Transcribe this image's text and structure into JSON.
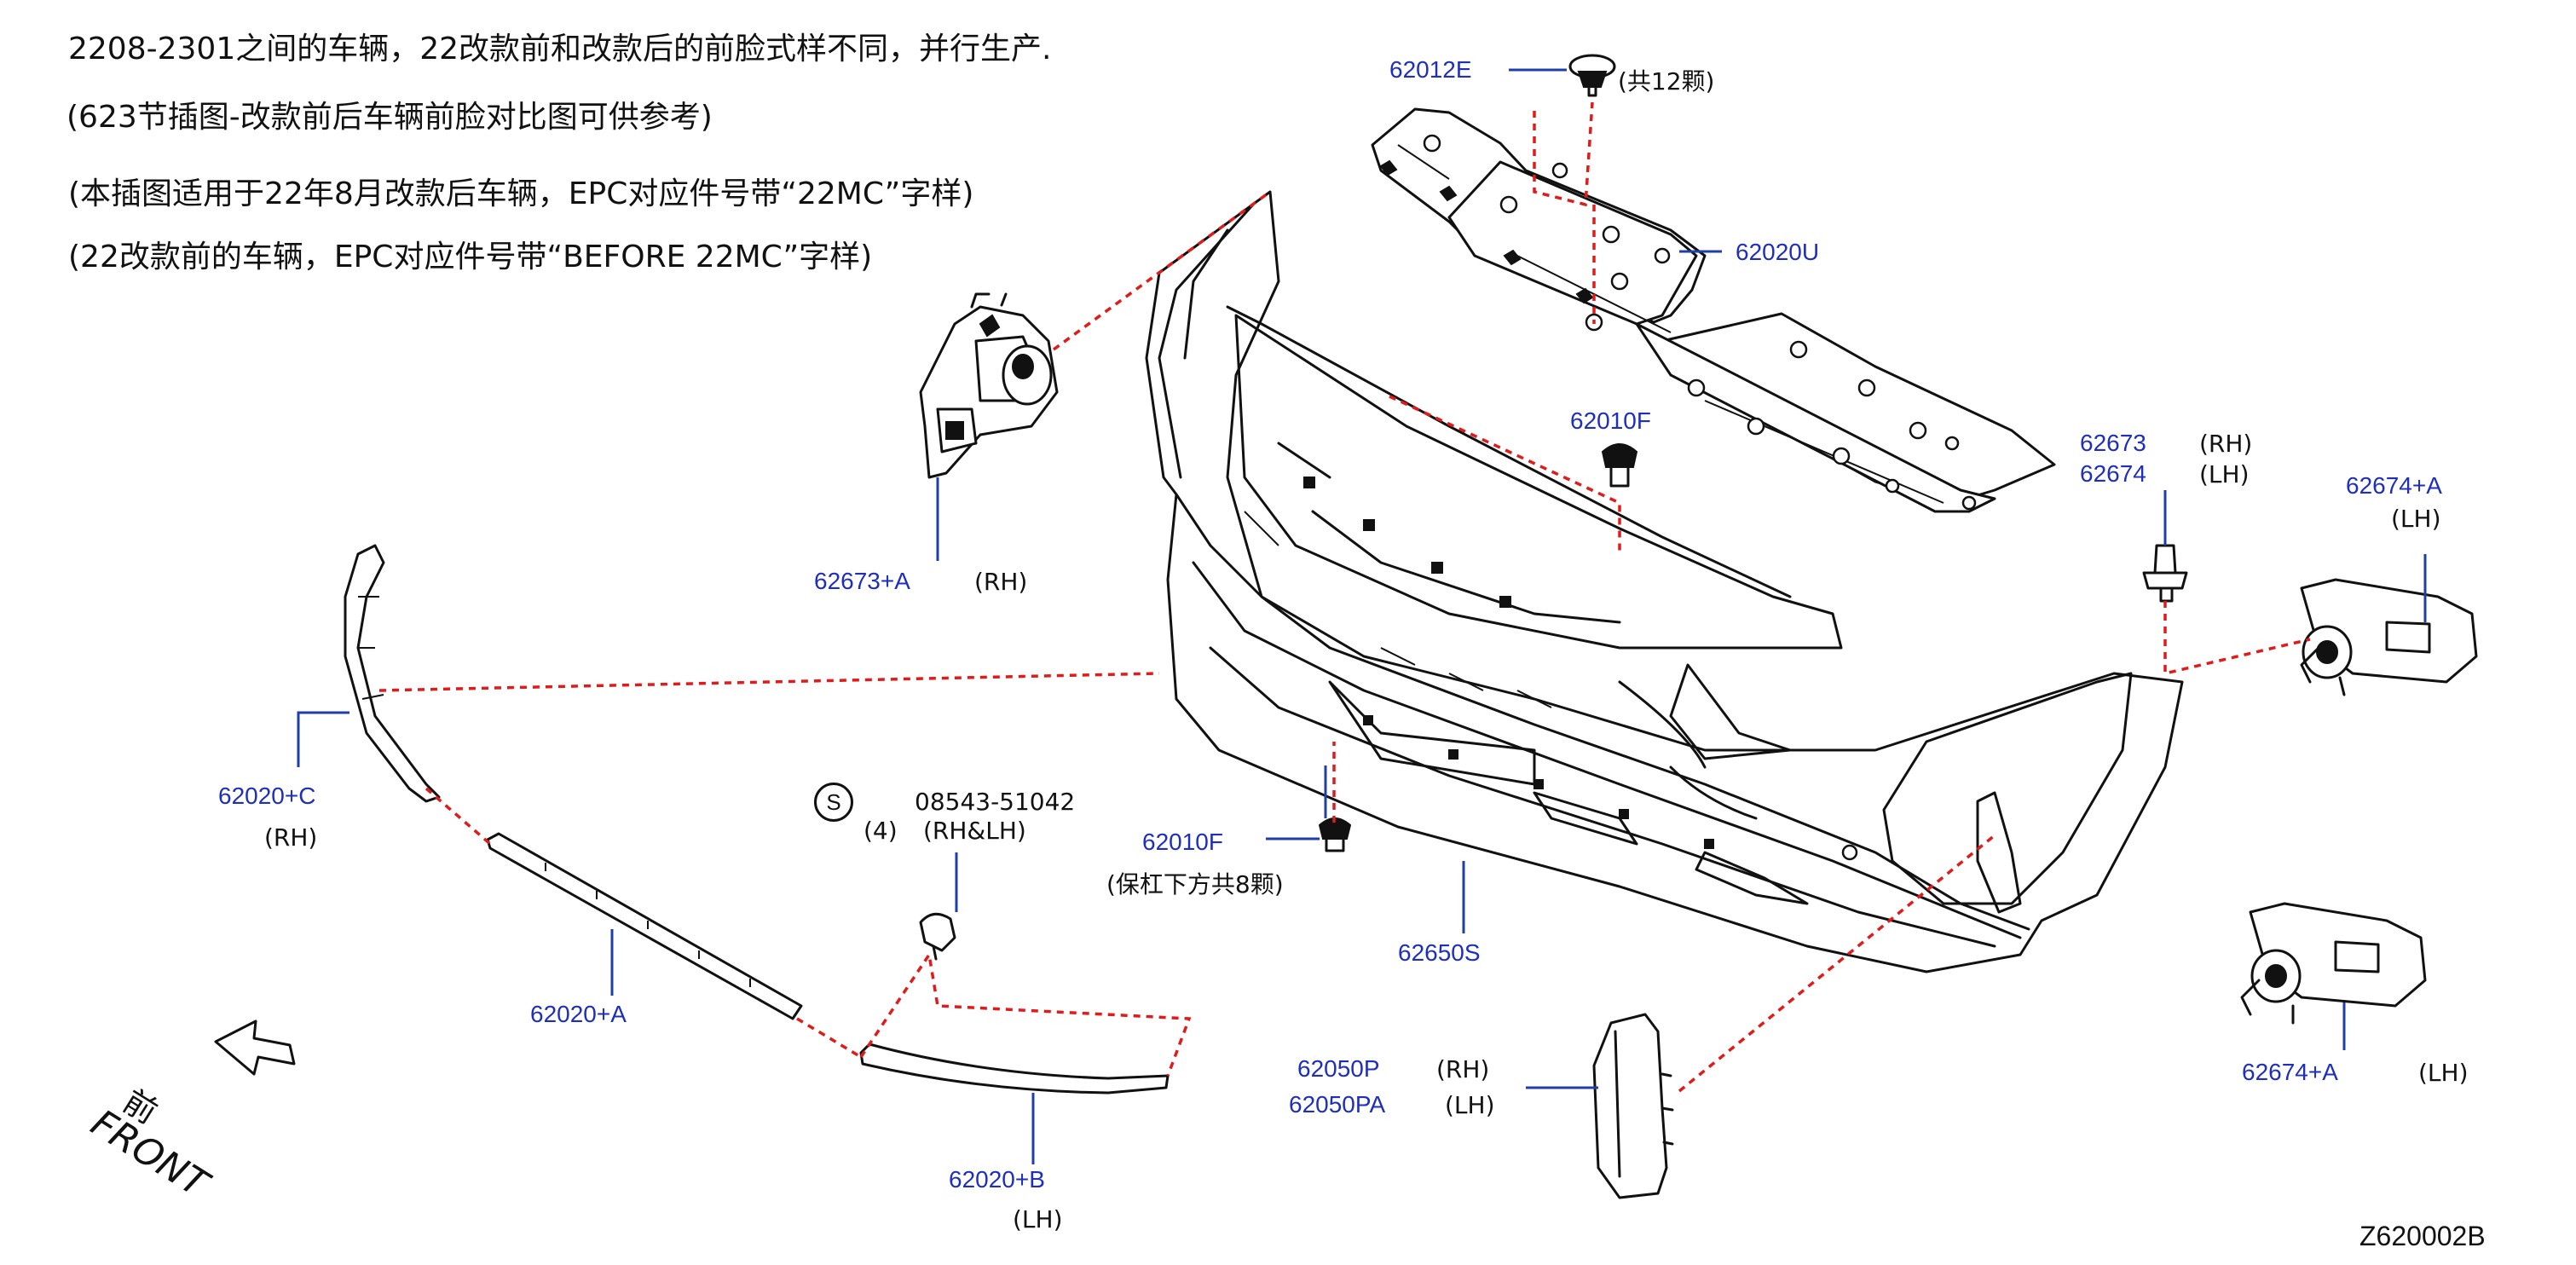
{
  "notes": [
    "2208-2301之间的车辆，22改款前和改款后的前脸式样不同，并行生产.",
    "(623节插图-改款前后车辆前脸对比图可供参考)",
    "(本插图适用于22年8月改款后车辆，EPC对应件号带“22MC”字样)",
    "(22改款前的车辆，EPC对应件号带“BEFORE   22MC”字样)"
  ],
  "parts": {
    "p62012E": {
      "number": "62012E",
      "qty": "(共12颗)"
    },
    "p62020U": {
      "number": "62020U"
    },
    "p62010F_top": {
      "number": "62010F"
    },
    "p62010F_bottom": {
      "number": "62010F",
      "qty": "(保杠下方共8颗)"
    },
    "p62673": {
      "number": "62673",
      "side": "(RH)"
    },
    "p62674": {
      "number": "62674",
      "side": "(LH)"
    },
    "p62674A_top": {
      "number": "62674+A",
      "side": "(LH)"
    },
    "p62674A_bottom": {
      "number": "62674+A",
      "side": "(LH)"
    },
    "p62673A": {
      "number": "62673+A",
      "side": "(RH)"
    },
    "p62020C": {
      "number": "62020+C",
      "side": "(RH)"
    },
    "p08543": {
      "badge": "S",
      "number": "08543-51042",
      "qty": "(4)",
      "side": "(RH&LH)"
    },
    "p62020A": {
      "number": "62020+A"
    },
    "p62650S": {
      "number": "62650S"
    },
    "p62050P": {
      "number": "62050P",
      "side": "(RH)"
    },
    "p62050PA": {
      "number": "62050PA",
      "side": "(LH)"
    },
    "p62020B": {
      "number": "62020+B",
      "side": "(LH)"
    }
  },
  "front": {
    "cn": "前",
    "en": "FRONT"
  },
  "figure_code": "Z620002B",
  "colors": {
    "callout": "#1f2fbd",
    "line_art": "#111111",
    "dashed_leader": "#e01b1b",
    "leader": "#1f3fa8"
  }
}
